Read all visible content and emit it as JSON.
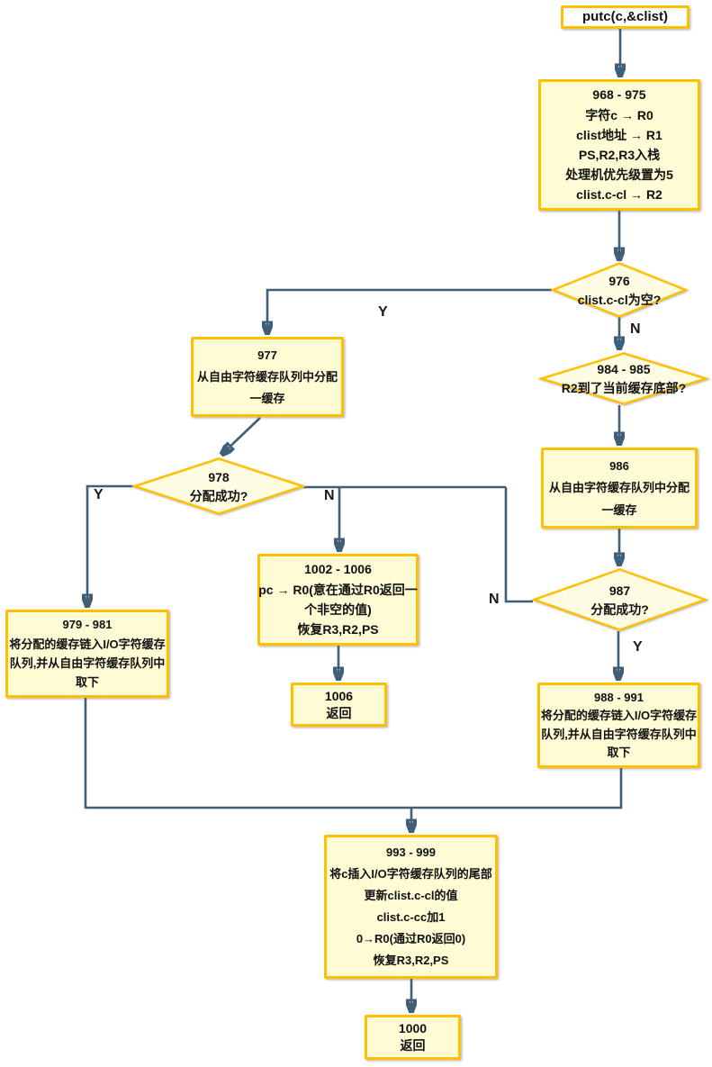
{
  "nodes": {
    "start": {
      "label": "putc(c,&clist)"
    },
    "n968": {
      "lines": [
        "968 - 975",
        "字符c → R0",
        "clist地址 → R1",
        "PS,R2,R3入栈",
        "处理机优先级置为5",
        "clist.c-cl → R2"
      ]
    },
    "d976": {
      "lines": [
        "976",
        "clist.c-cl为空?"
      ]
    },
    "n977": {
      "lines": [
        "977",
        "从自由字符缓存队列中分配",
        "一缓存"
      ]
    },
    "d984": {
      "lines": [
        "984 - 985",
        "R2到了当前缓存底部?"
      ]
    },
    "d978": {
      "lines": [
        "978",
        "分配成功?"
      ]
    },
    "n986": {
      "lines": [
        "986",
        "从自由字符缓存队列中分配",
        "一缓存"
      ]
    },
    "n1002": {
      "lines": [
        "1002 - 1006",
        "pc → R0(意在通过R0返回一",
        "个非空的值)",
        "恢复R3,R2,PS"
      ]
    },
    "d987": {
      "lines": [
        "987",
        "分配成功?"
      ]
    },
    "n979": {
      "lines": [
        "979 - 981",
        "将分配的缓存链入I/O字符缓存",
        "队列,并从自由字符缓存队列中",
        "取下"
      ]
    },
    "n1006": {
      "lines": [
        "1006",
        "返回"
      ]
    },
    "n988": {
      "lines": [
        "988 - 991",
        "将分配的缓存链入I/O字符缓存",
        "队列,并从自由字符缓存队列中",
        "取下"
      ]
    },
    "n993": {
      "lines": [
        "993 - 999",
        "将c插入I/O字符缓存队列的尾部",
        "更新clist.c-cl的值",
        "clist.c-cc加1",
        "0→R0(通过R0返回0)",
        "恢复R3,R2,PS"
      ]
    },
    "n1000": {
      "lines": [
        "1000",
        "返回"
      ]
    }
  },
  "branch_labels": {
    "b976_y": "Y",
    "b976_n": "N",
    "b978_y": "Y",
    "b978_n": "N",
    "b987_n": "N",
    "b987_y": "Y"
  },
  "colors": {
    "node_fill": "#FEFBD5",
    "diamond_fill": "#FEFCE3",
    "node_border": "#FFC000",
    "start_fill": "#FFFFFF",
    "connector": "#3F5E78",
    "text": "#111111"
  }
}
